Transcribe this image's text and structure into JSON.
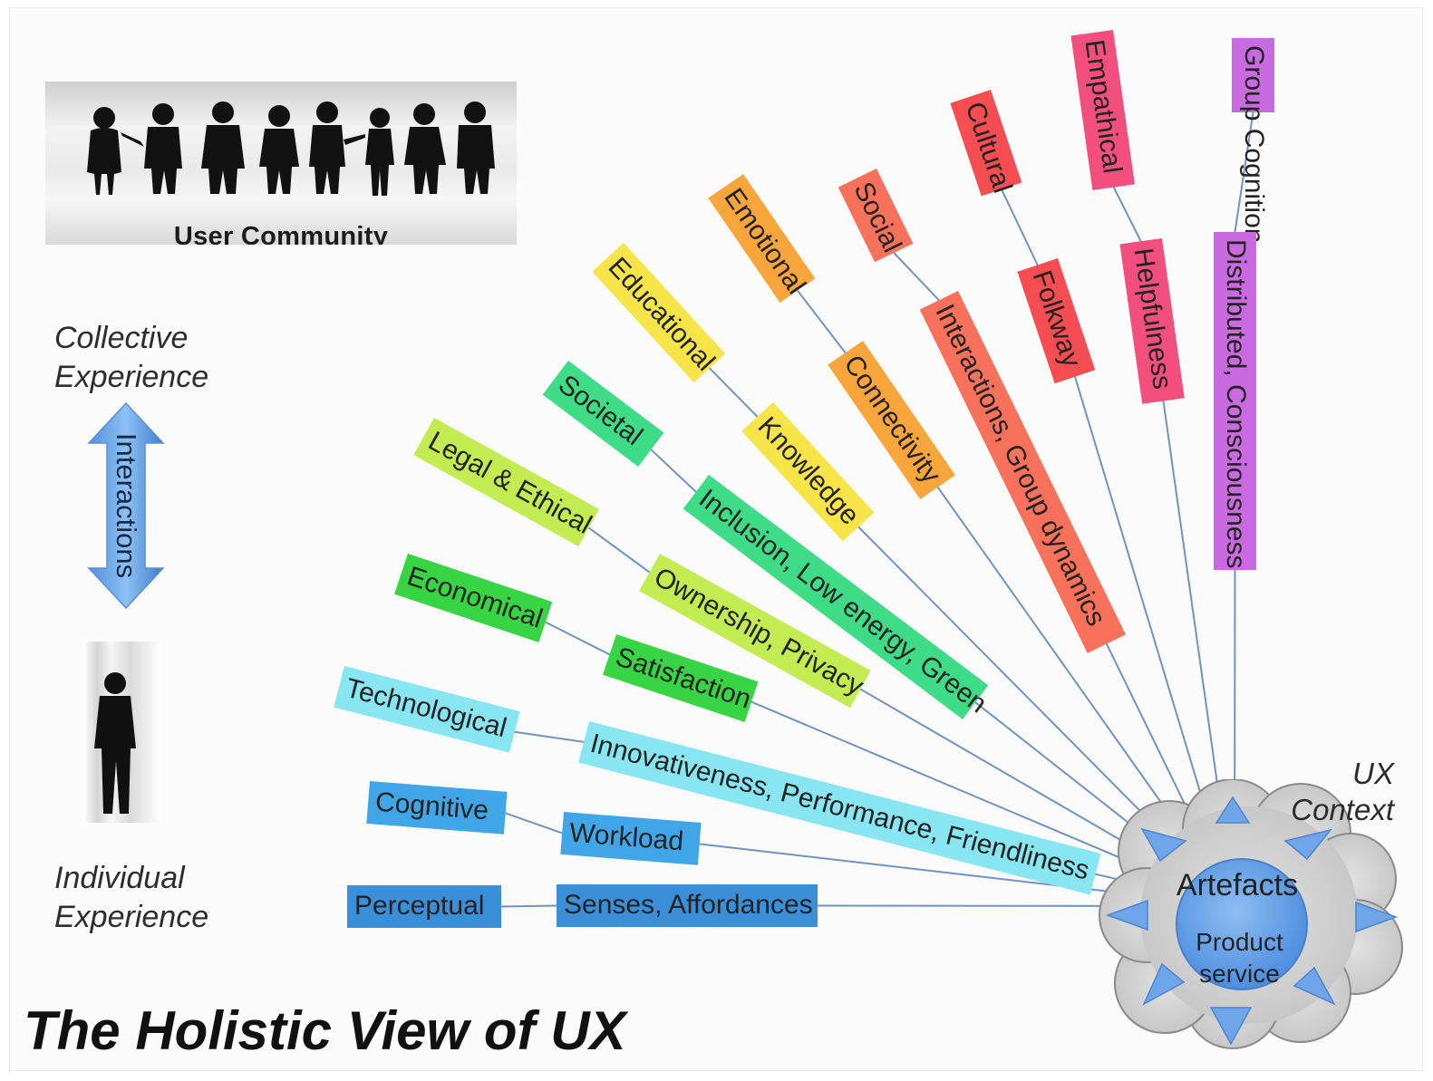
{
  "title": "The Holistic View of UX",
  "user_community": {
    "caption": "User Community"
  },
  "scale": {
    "top_label": "Collective Experience",
    "arrow_label": "Interactions",
    "bottom_label": "Individual Experience"
  },
  "hub": {
    "context_label": "UX Context",
    "artefacts_label": "Artefacts",
    "product_label": "Product service"
  },
  "dimensions": [
    {
      "id": "perceptual",
      "name": "Perceptual",
      "aspects": "Senses, Affordances",
      "color": "#3b8fd8"
    },
    {
      "id": "cognitive",
      "name": "Cognitive",
      "aspects": "Workload",
      "color": "#40a6e8"
    },
    {
      "id": "technological",
      "name": "Technological",
      "aspects": "Innovativeness, Performance, Friendliness",
      "color": "#88e6f3"
    },
    {
      "id": "economical",
      "name": "Economical",
      "aspects": "Satisfaction",
      "color": "#37d443"
    },
    {
      "id": "legal",
      "name": "Legal & Ethical",
      "aspects": "Ownership, Privacy",
      "color": "#c3ec52"
    },
    {
      "id": "societal",
      "name": "Societal",
      "aspects": "Inclusion, Low energy, Green",
      "color": "#3fdc87"
    },
    {
      "id": "educational",
      "name": "Educational",
      "aspects": "Knowledge",
      "color": "#f6e448"
    },
    {
      "id": "emotional",
      "name": "Emotional",
      "aspects": "Connectivity",
      "color": "#f8a53c"
    },
    {
      "id": "social",
      "name": "Social",
      "aspects": "Interactions, Group dynamics",
      "color": "#f8725b"
    },
    {
      "id": "cultural",
      "name": "Cultural",
      "aspects": "Folkway",
      "color": "#f54d51"
    },
    {
      "id": "empathical",
      "name": "Empathical",
      "aspects": "Helpfulness",
      "color": "#f24f7f"
    },
    {
      "id": "group",
      "name": "Group Cognition",
      "aspects": "Distributed, Consciousness",
      "color": "#c96ae0"
    }
  ]
}
